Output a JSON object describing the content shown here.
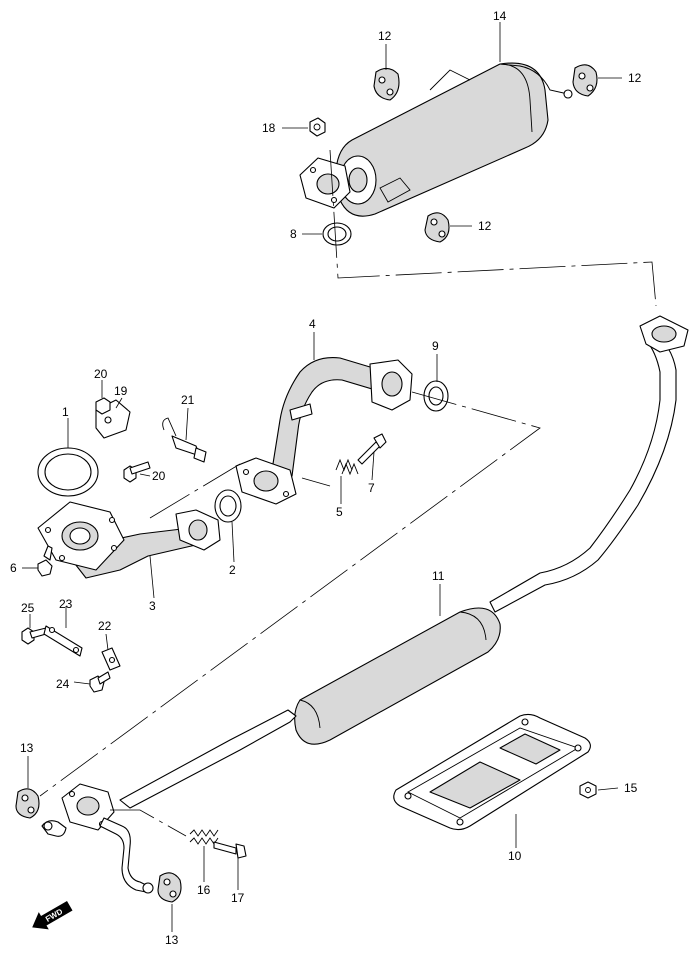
{
  "callouts": [
    {
      "id": "c1",
      "text": "1"
    },
    {
      "id": "c2",
      "text": "2"
    },
    {
      "id": "c3",
      "text": "3"
    },
    {
      "id": "c4",
      "text": "4"
    },
    {
      "id": "c5",
      "text": "5"
    },
    {
      "id": "c6",
      "text": "6"
    },
    {
      "id": "c7",
      "text": "7"
    },
    {
      "id": "c8",
      "text": "8"
    },
    {
      "id": "c9",
      "text": "9"
    },
    {
      "id": "c10",
      "text": "10"
    },
    {
      "id": "c11",
      "text": "11"
    },
    {
      "id": "c12",
      "text": "12"
    },
    {
      "id": "c13",
      "text": "13"
    },
    {
      "id": "c14",
      "text": "14"
    },
    {
      "id": "c15",
      "text": "15"
    },
    {
      "id": "c16",
      "text": "16"
    },
    {
      "id": "c17",
      "text": "17"
    },
    {
      "id": "c18",
      "text": "18"
    },
    {
      "id": "c19",
      "text": "19"
    },
    {
      "id": "c20",
      "text": "20"
    },
    {
      "id": "c21",
      "text": "21"
    },
    {
      "id": "c22",
      "text": "22"
    },
    {
      "id": "c23",
      "text": "23"
    },
    {
      "id": "c24",
      "text": "24"
    },
    {
      "id": "c25",
      "text": "25"
    }
  ],
  "fwd_label": "FWD"
}
